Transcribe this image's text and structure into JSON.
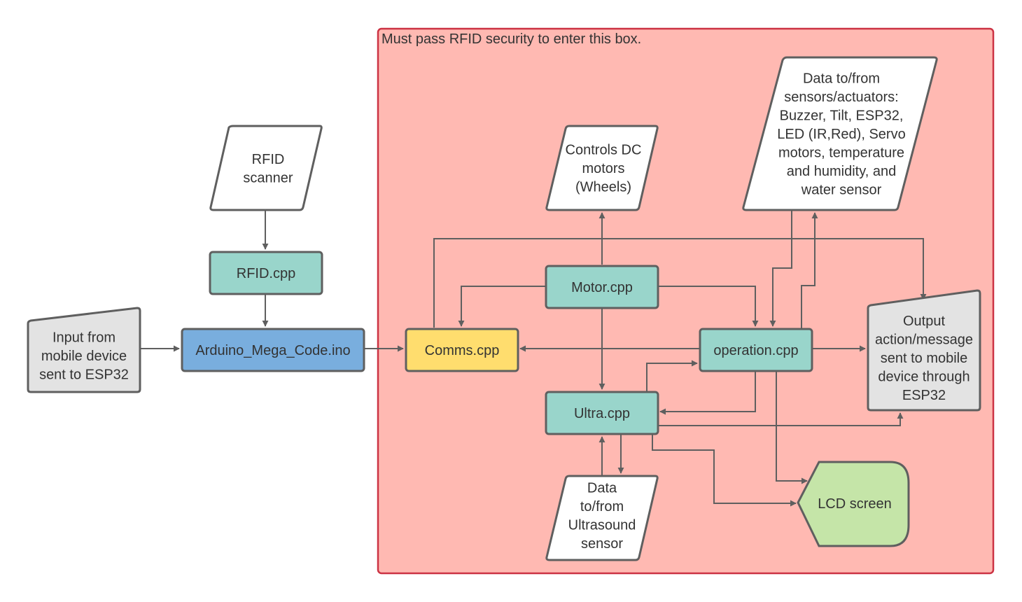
{
  "secure_region": {
    "label": "Must pass RFID security to enter this box.",
    "fill": "#ffb9b2",
    "border": "#cc3344"
  },
  "colors": {
    "teal": "#99d5cb",
    "blue": "#79aede",
    "yellow": "#ffdd6e",
    "gray": "#e3e3e3",
    "white": "#ffffff",
    "green": "#c5e5a8",
    "line": "#5f5f5f"
  },
  "nodes": {
    "rfid_scanner": {
      "lines": [
        "RFID",
        "scanner"
      ]
    },
    "rfid_cpp": {
      "lines": [
        "RFID.cpp"
      ]
    },
    "mobile_input": {
      "lines": [
        "Input from",
        "mobile device",
        "sent to ESP32"
      ]
    },
    "arduino_main": {
      "lines": [
        "Arduino_Mega_Code.ino"
      ]
    },
    "comms": {
      "lines": [
        "Comms.cpp"
      ]
    },
    "motor": {
      "lines": [
        "Motor.cpp"
      ]
    },
    "operation": {
      "lines": [
        "operation.cpp"
      ]
    },
    "ultra": {
      "lines": [
        "Ultra.cpp"
      ]
    },
    "dc_motors": {
      "lines": [
        "Controls DC",
        "motors",
        "(Wheels)"
      ]
    },
    "sensors": {
      "lines": [
        "Data to/from",
        "sensors/actuators:",
        "Buzzer, Tilt, ESP32,",
        "LED (IR,Red), Servo",
        "motors, temperature",
        "and humidity, and",
        "water sensor"
      ]
    },
    "output": {
      "lines": [
        "Output",
        "action/message",
        "sent to mobile",
        "device through",
        "ESP32"
      ]
    },
    "ultrasound": {
      "lines": [
        "Data",
        "to/from",
        "Ultrasound",
        "sensor"
      ]
    },
    "lcd": {
      "lines": [
        "LCD screen"
      ]
    }
  }
}
